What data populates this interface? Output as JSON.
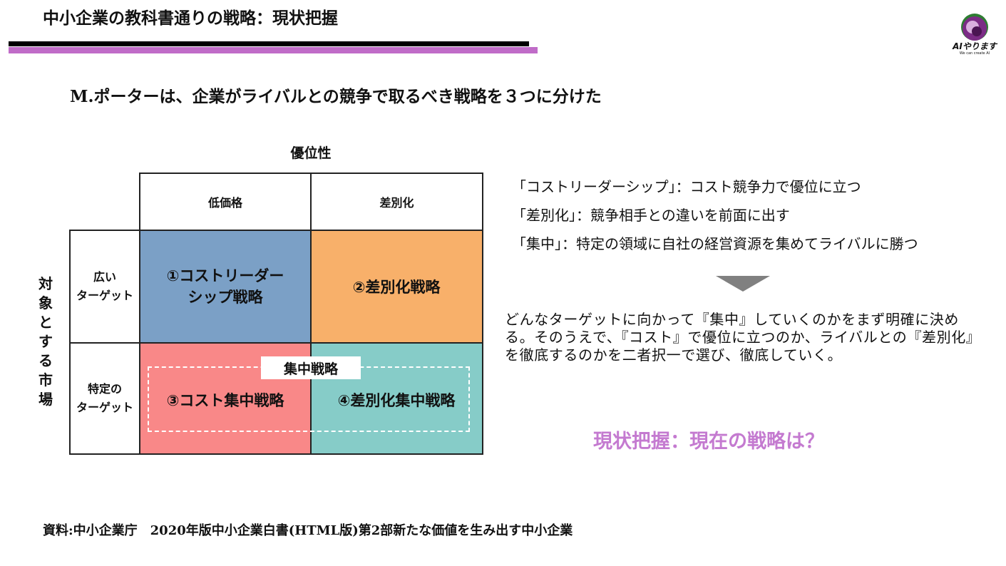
{
  "header": {
    "title": "中小企業の教科書通りの戦略：現状把握",
    "accent_color": "#c06cc8"
  },
  "logo": {
    "text": "AIやります",
    "subtext": "We can create AI",
    "icon": "purple-swirl-logo"
  },
  "subtitle": "M.ポーターは、企業がライバルとの競争で取るべき戦略を３つに分けた",
  "matrix": {
    "axis_top": "優位性",
    "axis_left": [
      "対",
      "象",
      "と",
      "す",
      "る",
      "市",
      "場"
    ],
    "col_headers": [
      "低価格",
      "差別化"
    ],
    "row_headers": [
      [
        "広い",
        "ターゲット"
      ],
      [
        "特定の",
        "ターゲット"
      ]
    ],
    "cells": {
      "c1": [
        "①コストリーダー",
        "シップ戦略"
      ],
      "c2": "②差別化戦略",
      "c3": "③コスト集中戦略",
      "c4": "④差別化集中戦略"
    },
    "focus_label": "集中戦略",
    "colors": {
      "cost_leadership": "#7ba0c6",
      "differentiation": "#f8b06a",
      "cost_focus": "#f98888",
      "differentiation_focus": "#86ccc8"
    }
  },
  "definitions": [
    "「コストリーダーシップ」：コスト競争力で優位に立つ",
    "「差別化」：競争相手との違いを前面に出す",
    "「集中」：特定の領域に自社の経営資源を集めてライバルに勝つ"
  ],
  "arrow_icon": "down-triangle-icon",
  "paragraph": "どんなターゲットに向かって『集中』していくのかをまず明確に決める。そのうえで、『コスト』で優位に立つのか、ライバルとの『差別化』を徹底するのかを二者択一で選び、徹底していく。",
  "question": "現状把握：現在の戦略は？",
  "source": "資料:中小企業庁　2020年版中小企業白書(HTML版)第2部新たな価値を生み出す中小企業"
}
